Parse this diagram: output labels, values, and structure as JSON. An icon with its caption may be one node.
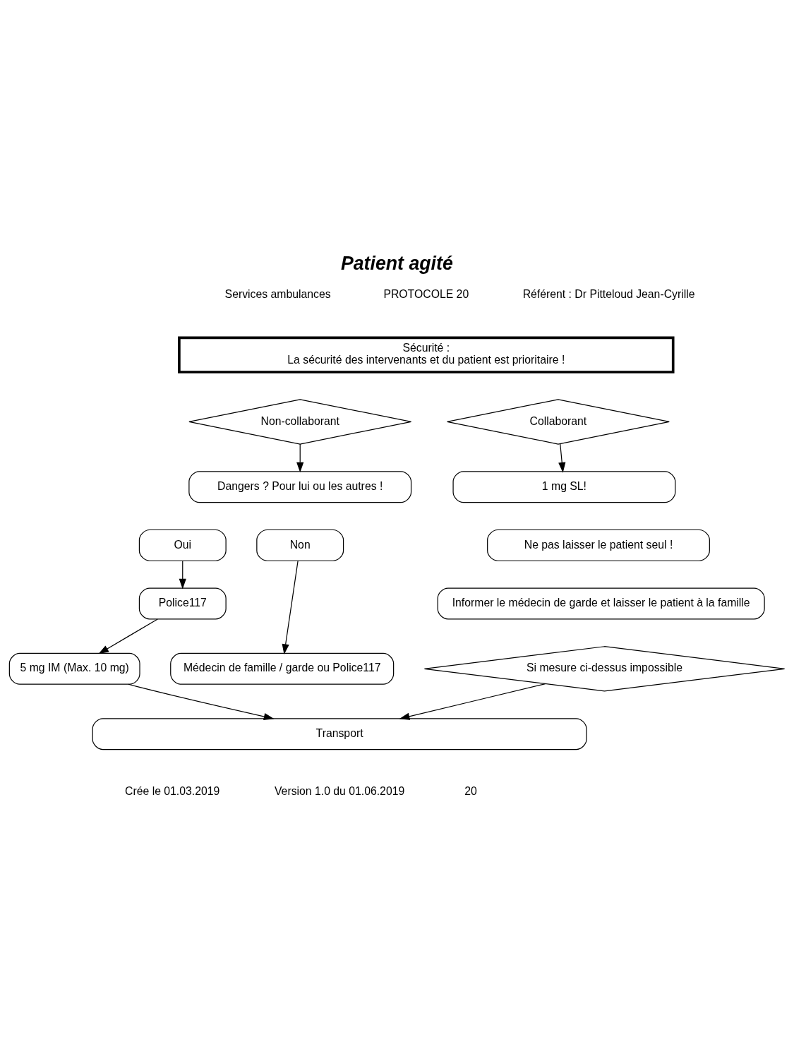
{
  "diagram": {
    "title": "Patient agité",
    "nodes": [
      {
        "text": [
          "Sécurité :",
          "La sécurité des intervenants et du patient est prioritaire !"
        ]
      },
      {
        "text": [
          "Non-collaborant"
        ]
      },
      {
        "text": [
          "Collaborant"
        ]
      },
      {
        "text": [
          "Dangers ? Pour lui ou les autres !"
        ]
      },
      {
        "text": [
          "1 mg SL!"
        ]
      },
      {
        "text": [
          "Oui"
        ]
      },
      {
        "text": [
          "Non"
        ]
      },
      {
        "text": [
          "Ne pas laisser le patient seul !"
        ]
      },
      {
        "text": [
          "Police117"
        ]
      },
      {
        "text": [
          "Informer le médecin de garde et laisser le patient à la famille"
        ]
      },
      {
        "text": [
          "5 mg IM (Max. 10 mg)"
        ]
      },
      {
        "text": [
          "Médecin de famille / garde ou Police117"
        ]
      },
      {
        "text": [
          "Si mesure ci-dessus impossible"
        ]
      },
      {
        "text": [
          "Transport"
        ]
      }
    ],
    "edges": [
      {
        "from": 1,
        "to": 3,
        "arrow": "to"
      },
      {
        "from": 2,
        "to": 4,
        "arrow": "to"
      },
      {
        "from": 5,
        "to": 8,
        "arrow": "to"
      },
      {
        "from": 8,
        "to": 10,
        "arrow": "to"
      },
      {
        "from": 6,
        "to": 11,
        "arrow": "to"
      },
      {
        "from": 10,
        "to": 13,
        "arrow": "to"
      },
      {
        "from": 12,
        "to": 13,
        "arrow": "to"
      }
    ],
    "labels": [
      "Services ambulances",
      "PROTOCOLE 20",
      "Référent : Dr Pitteloud Jean-Cyrille",
      "Crée le 01.03.2019",
      "Version 1.0 du 01.06.2019",
      "20"
    ]
  }
}
